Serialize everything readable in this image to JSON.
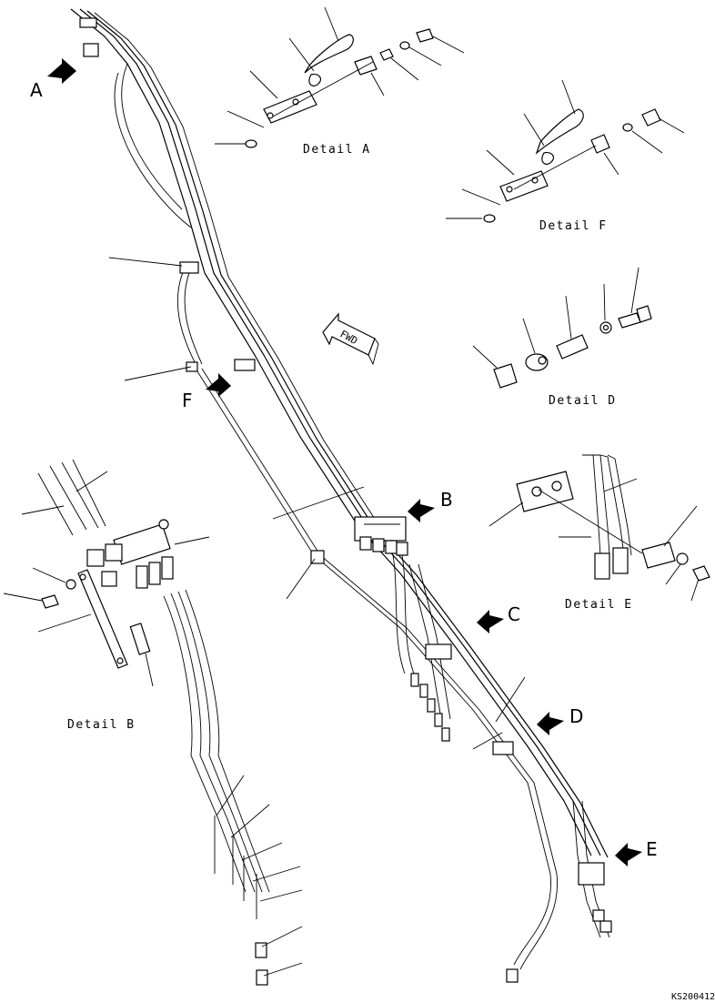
{
  "views": {
    "A": "A",
    "B": "B",
    "C": "C",
    "D": "D",
    "E": "E",
    "F": "F"
  },
  "details": {
    "a": "Detail A",
    "f": "Detail F",
    "d": "Detail D",
    "e": "Detail E",
    "b": "Detail B"
  },
  "fwd": "FWD",
  "drawing_code": "KS200412"
}
